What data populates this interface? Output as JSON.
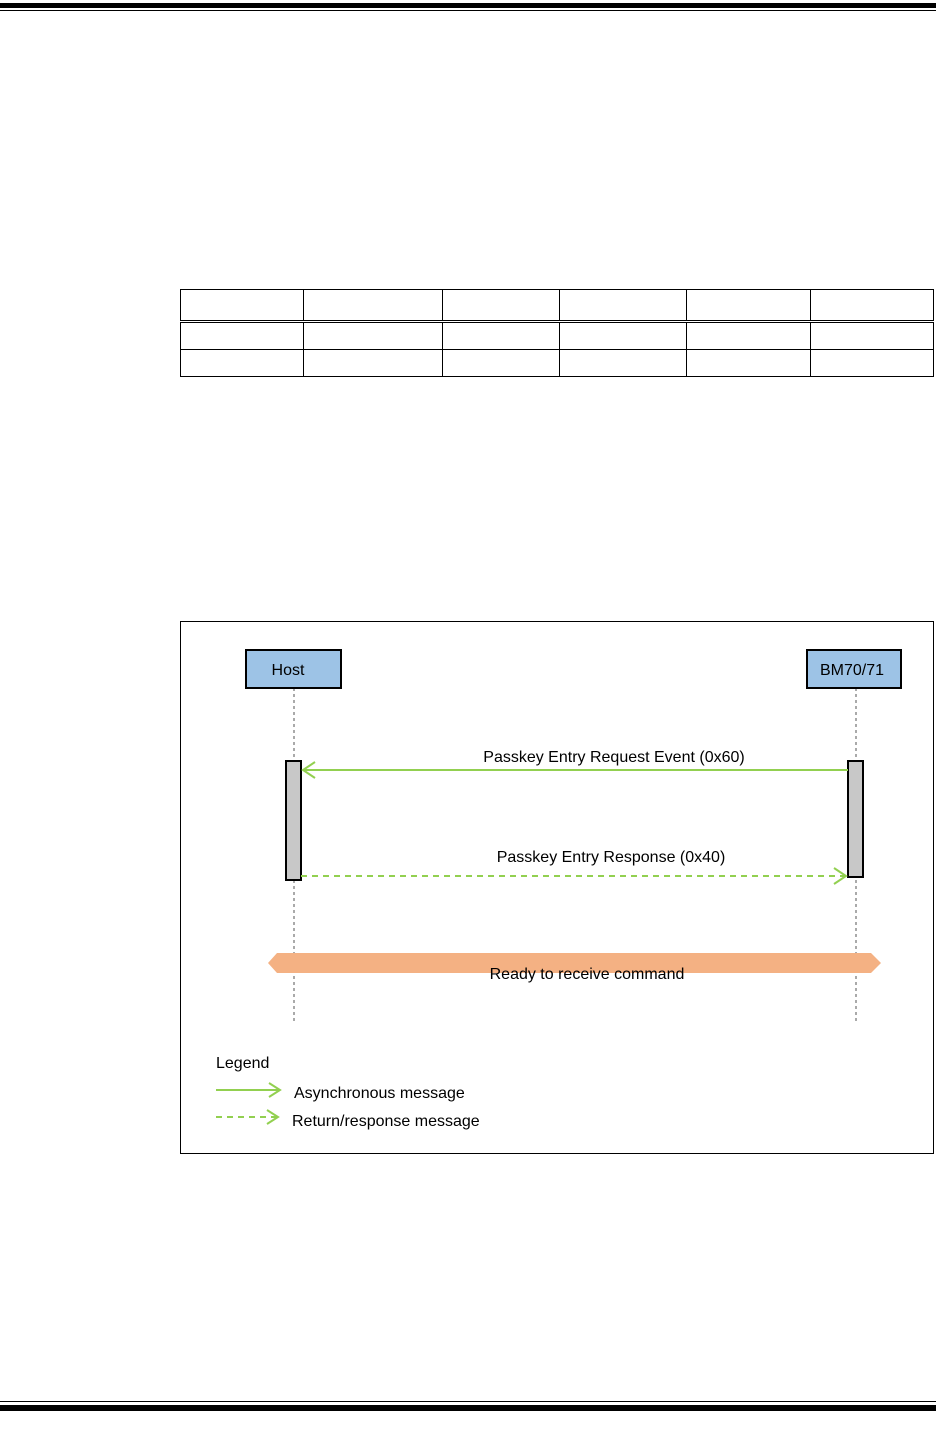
{
  "diagram": {
    "participants": [
      {
        "name": "Host"
      },
      {
        "name": "BM70/71"
      }
    ],
    "messages": [
      {
        "label": "Passkey Entry Request Event (0x60)",
        "type": "asynchronous",
        "from": "BM70/71",
        "to": "Host"
      },
      {
        "label": "Passkey Entry Response (0x40)",
        "type": "return",
        "from": "Host",
        "to": "BM70/71"
      }
    ],
    "state_banner": "Ready to receive command",
    "legend": {
      "title": "Legend",
      "items": [
        {
          "label": "Asynchronous message",
          "style": "solid"
        },
        {
          "label": "Return/response message",
          "style": "dashed"
        }
      ]
    },
    "colors": {
      "participant_fill": "#9dc3e6",
      "message_green": "#92d050",
      "activation_fill": "#c8c8c8",
      "banner_fill": "#f4b183"
    }
  },
  "table": {
    "rows": [
      [
        "",
        "",
        "",
        "",
        "",
        ""
      ],
      [
        "",
        "",
        "",
        "",
        "",
        ""
      ],
      [
        "",
        "",
        "",
        "",
        "",
        ""
      ]
    ]
  }
}
